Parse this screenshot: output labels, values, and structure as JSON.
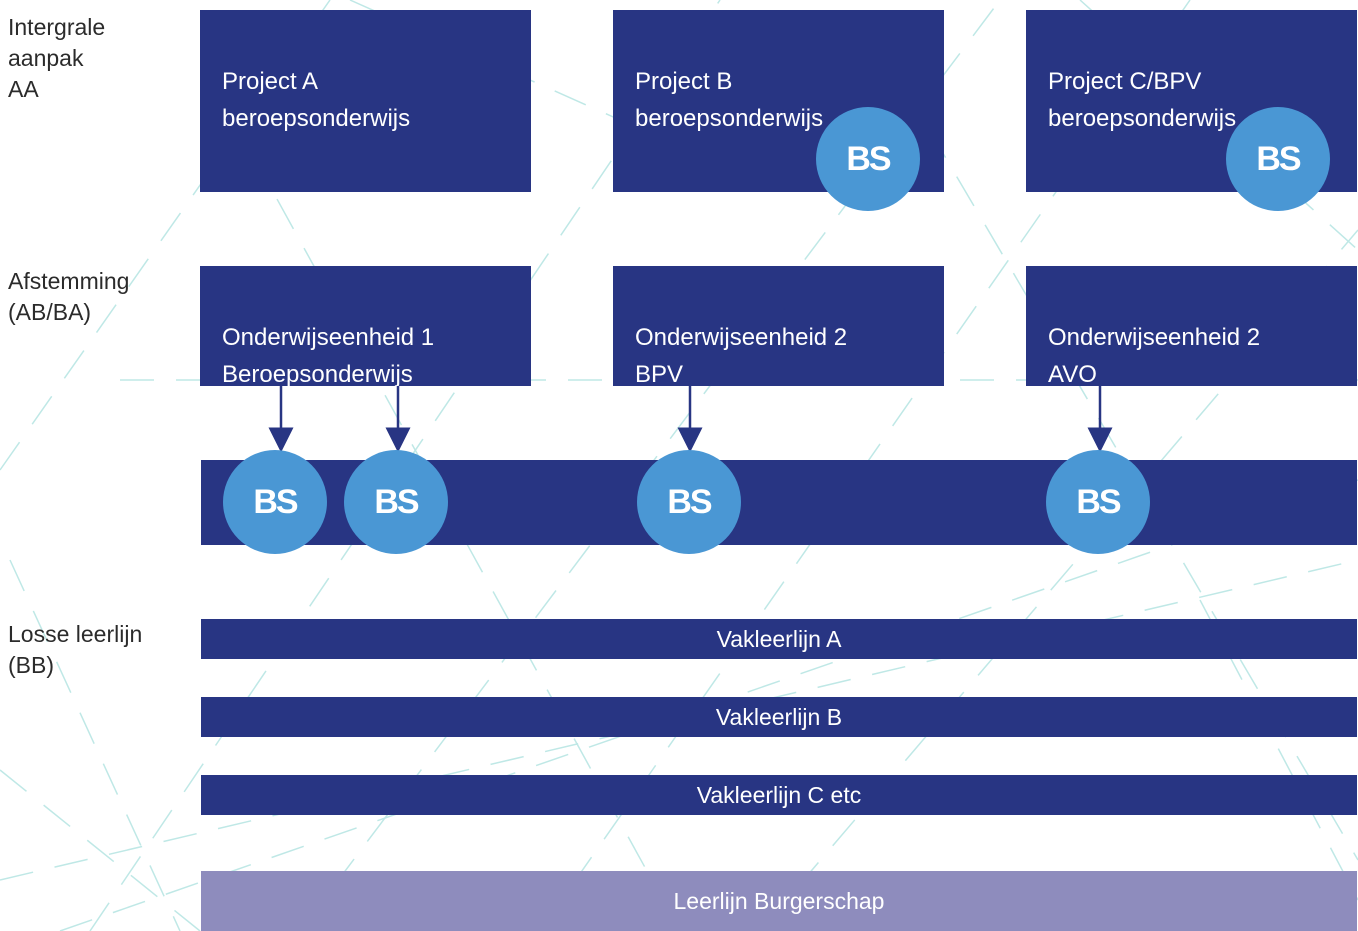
{
  "row_labels": {
    "integral": "Intergrale\naanpak\nAA",
    "alignment": "Afstemming\n(AB/BA)",
    "separate": "Losse leerlijn\n(BB)"
  },
  "projects": [
    {
      "label": "Project A\nberoepsonderwijs"
    },
    {
      "label": "Project B\nberoepsonderwijs",
      "badge": "BS"
    },
    {
      "label": "Project C/BPV\nberoepsonderwijs",
      "badge": "BS"
    }
  ],
  "units": [
    {
      "label": "Onderwijseenheid 1\nBeroepsonderwijs"
    },
    {
      "label": "Onderwijseenheid 2\nBPV"
    },
    {
      "label": "Onderwijseenheid 2\nAVO"
    }
  ],
  "band_badges": [
    "BS",
    "BS",
    "BS",
    "BS"
  ],
  "learning_lines": [
    "Vakleerlijn A",
    "Vakleerlijn B",
    "Vakleerlijn C etc"
  ],
  "civic_line": "Leerlijn Burgerschap",
  "colors": {
    "navy": "#283583",
    "badge_blue": "#4a97d4",
    "civic_purple": "#8e8cbd",
    "background_lines": "#bfe8e6"
  }
}
